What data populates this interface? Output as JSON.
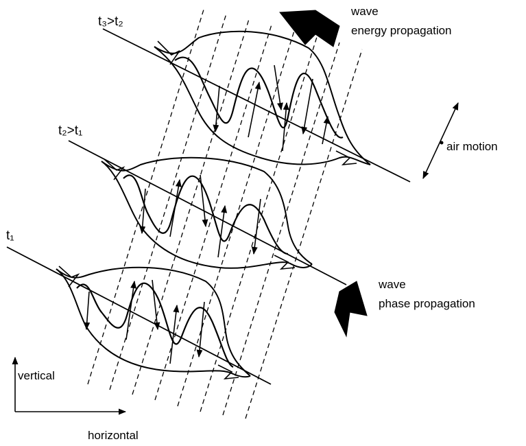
{
  "diagram": {
    "time_labels": {
      "t3": "t₃>t₂",
      "t2": "t₂>t₁",
      "t1": "t₁"
    },
    "energy_label": {
      "line1": "wave",
      "line2": "energy propagation"
    },
    "phase_label": {
      "line1": "wave",
      "line2": "phase propagation"
    },
    "air_motion_label": "air motion",
    "axis_vertical_label": "vertical",
    "axis_horizontal_label": "horizontal",
    "packets": [
      {
        "name": "packet-t3"
      },
      {
        "name": "packet-t2"
      },
      {
        "name": "packet-t1"
      }
    ]
  }
}
